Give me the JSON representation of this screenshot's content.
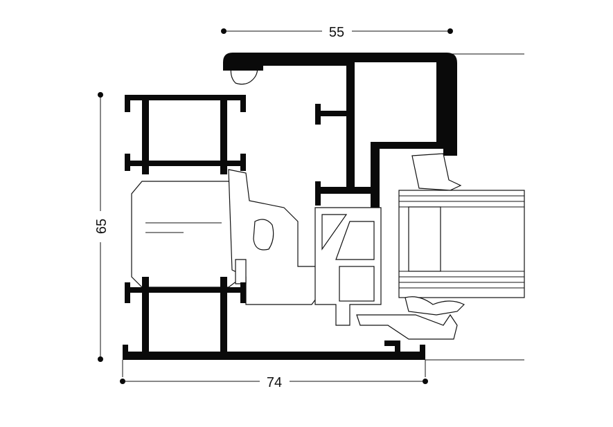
{
  "drawing": {
    "dimensions": {
      "top_width": "55",
      "height": "65",
      "bottom_width": "74"
    },
    "colors": {
      "profile": "#0a0a0a",
      "line": "#111111",
      "background": "#ffffff"
    }
  }
}
